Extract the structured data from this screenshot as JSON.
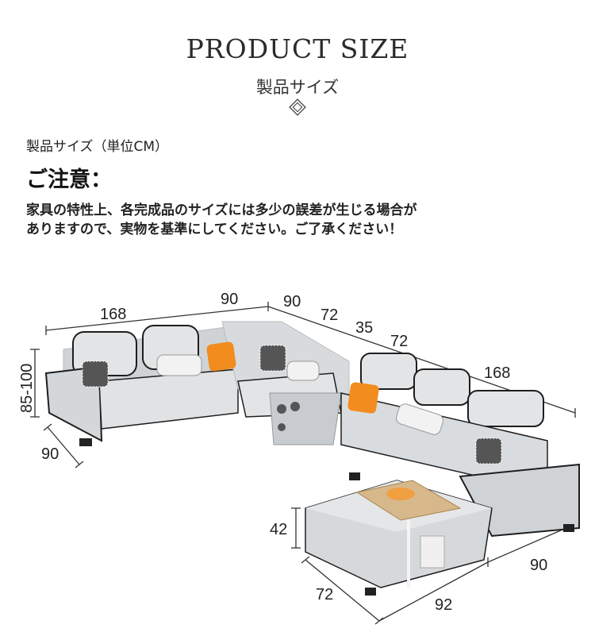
{
  "header": {
    "title": "PRODUCT SIZE",
    "subtitle": "製品サイズ"
  },
  "info": {
    "unit_line": "製品サイズ（単位CM）"
  },
  "notice": {
    "title": "ご注意：",
    "line1": "家具の特性上、各完成品のサイズには多少の誤差が生じる場合が",
    "line2": "ありますので、実物を基準にしてください。ご了承ください！"
  },
  "dimensions": {
    "back_left": "168",
    "back_mid_1": "90",
    "back_mid_2": "90",
    "back_mid_3": "72",
    "console": "35",
    "back_right_1": "72",
    "back_right_2": "168",
    "height": "85-100",
    "depth_left": "90",
    "ottoman_height": "42",
    "depth_right": "90",
    "ottoman_depth": "72",
    "ottoman_width": "92"
  },
  "colors": {
    "sofa": "#dcdfe2",
    "piping": "#1e1e1e",
    "accent_orange": "#f28c1e"
  }
}
